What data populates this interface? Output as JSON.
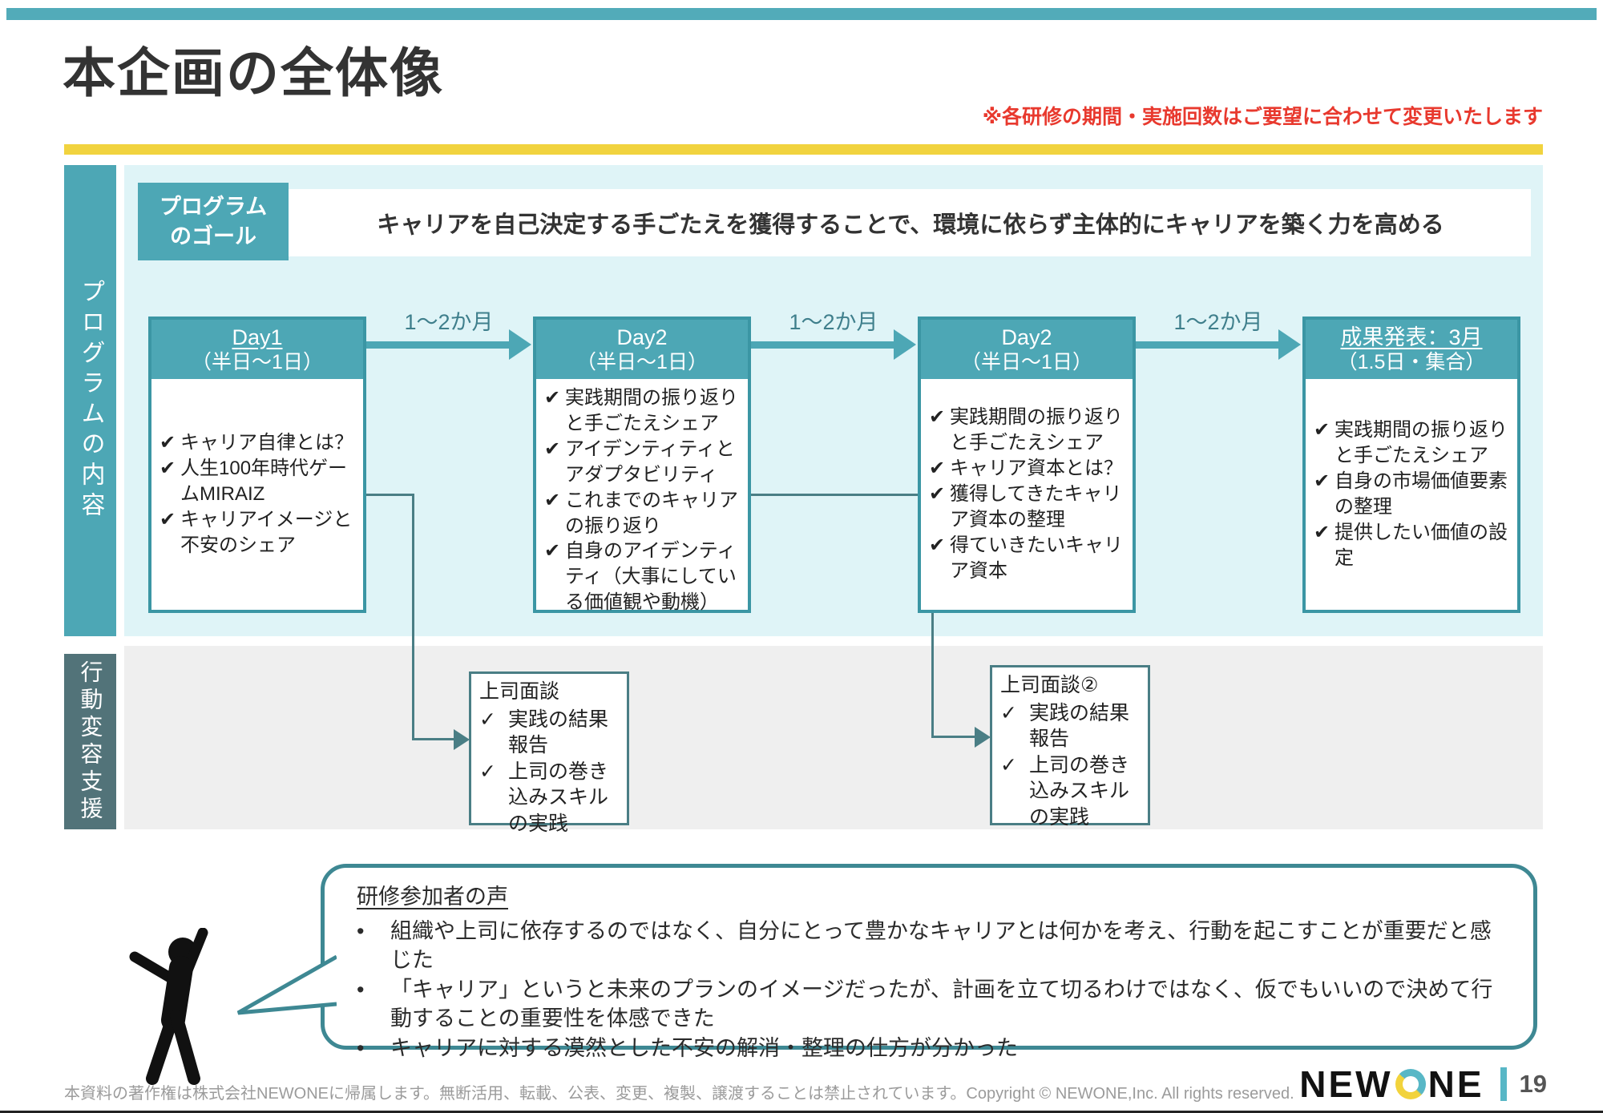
{
  "slide": {
    "title": "本企画の全体像",
    "note": "※各研修の期間・実施回数はご要望に合わせて変更いたします"
  },
  "colors": {
    "teal": "#4DA7B5",
    "dark_teal": "#3E8893",
    "connector": "#4A7E85",
    "yellow": "#F1D33F",
    "red": "#E8392E",
    "light_cyan": "#DFF4F7",
    "panel_gray": "#EFEFEF",
    "sidebar_dark": "#527379"
  },
  "icons": {
    "check_bold": "✔",
    "check": "✓",
    "bullet": "•"
  },
  "sidebar": {
    "program": "プログラムの内容",
    "behavior": "行動変容支援"
  },
  "goal": {
    "label": "プログラム\nのゴール",
    "text": "キャリアを自己決定する手ごたえを獲得することで、環境に依らず主体的にキャリアを築く力を高める"
  },
  "flow": {
    "interval_label": "1〜2か月",
    "boxes": [
      {
        "title": "Day1",
        "subtitle": "（半日〜1日）",
        "items": [
          "キャリア自律とは？",
          "人生100年時代ゲームMIRAIZ",
          "キャリアイメージと不安のシェア"
        ]
      },
      {
        "title": "Day2",
        "subtitle": "（半日〜1日）",
        "items": [
          "実践期間の振り返りと手ごたえシェア",
          "アイデンティティとアダプタビリティ",
          "これまでのキャリアの振り返り",
          "自身のアイデンティティ（大事にしている価値観や動機）"
        ]
      },
      {
        "title": "Day2",
        "subtitle": "（半日〜1日）",
        "items": [
          "実践期間の振り返りと手ごたえシェア",
          "キャリア資本とは？",
          "獲得してきたキャリア資本の整理",
          "得ていきたいキャリア資本"
        ]
      },
      {
        "title": "成果発表：3月",
        "subtitle": "（1.5日・集合）",
        "items": [
          "実践期間の振り返りと手ごたえシェア",
          "自身の市場価値要素の整理",
          "提供したい価値の設定"
        ]
      }
    ]
  },
  "interviews": [
    {
      "title": "上司面談",
      "items": [
        "実践の結果報告",
        "上司の巻き込みスキルの実践"
      ]
    },
    {
      "title": "上司面談②",
      "items": [
        "実践の結果報告",
        "上司の巻き込みスキルの実践"
      ]
    }
  ],
  "voices": {
    "title": "研修参加者の声",
    "bullets": [
      "組織や上司に依存するのではなく、自分にとって豊かなキャリアとは何かを考え、行動を起こすことが重要だと感じた",
      "「キャリア」というと未来のプランのイメージだったが、計画を立て切るわけではなく、仮でもいいので決めて行動することの重要性を体感できた",
      "キャリアに対する漠然とした不安の解消・整理の仕方が分かった"
    ]
  },
  "footer": {
    "copyright": "本資料の著作権は株式会社NEWONEに帰属します。無断活用、転載、公表、変更、複製、譲渡することは禁止されています。Copyright © NEWONE,Inc. All rights reserved.",
    "logo_part1": "NEW",
    "logo_part2": "NE",
    "page": "19"
  }
}
